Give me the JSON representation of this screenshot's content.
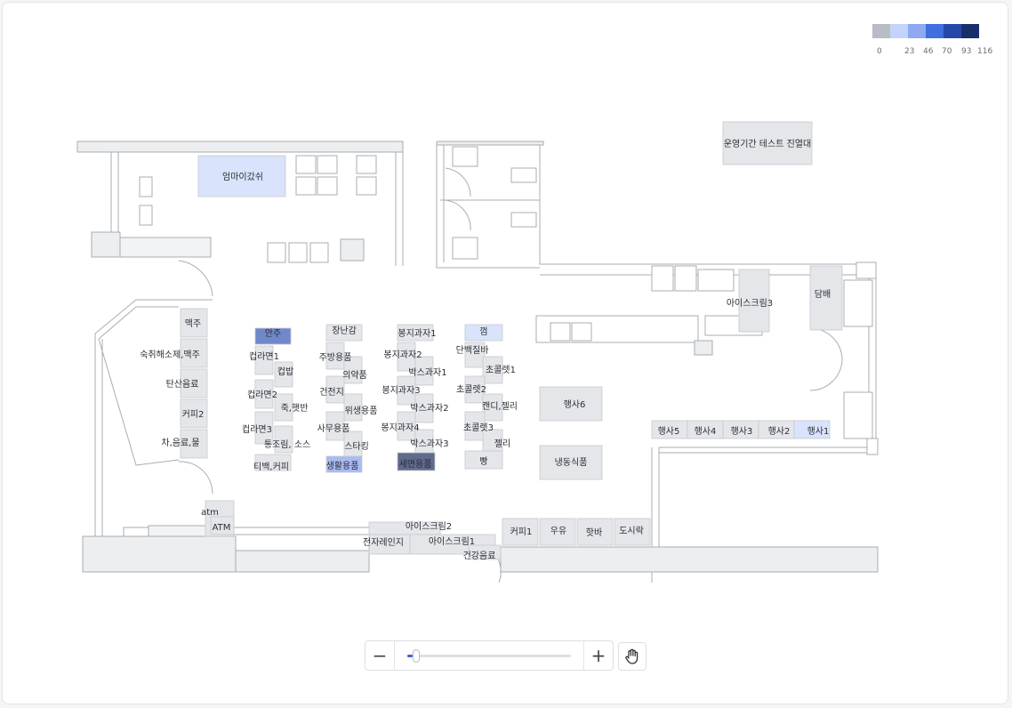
{
  "legend": {
    "colors": [
      "#b8bcc4",
      "#c4d3fb",
      "#8ea9f0",
      "#3f6fe0",
      "#2648a9",
      "#1a2d6b"
    ],
    "labels": [
      "0",
      "23",
      "46",
      "70",
      "93",
      "116"
    ]
  },
  "zones": [
    {
      "label": "엄마이갔쉬",
      "heat": 1
    },
    {
      "label": "운영기간 테스트 진열대",
      "heat": 0
    },
    {
      "label": "아이스크림3",
      "heat": 0
    },
    {
      "label": "담배",
      "heat": 0
    },
    {
      "label": "맥주",
      "heat": 0
    },
    {
      "label": "숙취해소제,맥주",
      "heat": 0
    },
    {
      "label": "탄산음료",
      "heat": 0
    },
    {
      "label": "커피2",
      "heat": 0
    },
    {
      "label": "차,음료,물",
      "heat": 0
    },
    {
      "label": "안주",
      "heat": 3
    },
    {
      "label": "컵라면1",
      "heat": 0
    },
    {
      "label": "컵밥",
      "heat": 0
    },
    {
      "label": "컵라면2",
      "heat": 0
    },
    {
      "label": "죽,햇반",
      "heat": 0
    },
    {
      "label": "컵라면3",
      "heat": 0
    },
    {
      "label": "통조림, 소스",
      "heat": 0
    },
    {
      "label": "티백,커피",
      "heat": 0
    },
    {
      "label": "장난감",
      "heat": 0
    },
    {
      "label": "주방용품",
      "heat": 0
    },
    {
      "label": "의약품",
      "heat": 0
    },
    {
      "label": "건전지",
      "heat": 0
    },
    {
      "label": "위생용품",
      "heat": 0
    },
    {
      "label": "사무용품",
      "heat": 0
    },
    {
      "label": "스타킹",
      "heat": 0
    },
    {
      "label": "생활용품",
      "heat": 2
    },
    {
      "label": "봉지과자1",
      "heat": 0
    },
    {
      "label": "봉지과자2",
      "heat": 0
    },
    {
      "label": "박스과자1",
      "heat": 0
    },
    {
      "label": "봉지과자3",
      "heat": 0
    },
    {
      "label": "박스과자2",
      "heat": 0
    },
    {
      "label": "봉지과자4",
      "heat": 0
    },
    {
      "label": "박스과자3",
      "heat": 0
    },
    {
      "label": "세면용품",
      "heat": 4
    },
    {
      "label": "껌",
      "heat": 1
    },
    {
      "label": "단백질바",
      "heat": 0
    },
    {
      "label": "초콜렛1",
      "heat": 0
    },
    {
      "label": "초콜렛2",
      "heat": 0
    },
    {
      "label": "캔디,젤리",
      "heat": 0
    },
    {
      "label": "초콜렛3",
      "heat": 0
    },
    {
      "label": "젤리",
      "heat": 0
    },
    {
      "label": "빵",
      "heat": 0
    },
    {
      "label": "행사6",
      "heat": 0
    },
    {
      "label": "냉동식품",
      "heat": 0
    },
    {
      "label": "행사5",
      "heat": 0
    },
    {
      "label": "행사4",
      "heat": 0
    },
    {
      "label": "행사3",
      "heat": 0
    },
    {
      "label": "행사2",
      "heat": 0
    },
    {
      "label": "행사1",
      "heat": 1
    },
    {
      "label": "atm",
      "heat": 0
    },
    {
      "label": "ATM",
      "heat": 0
    },
    {
      "label": "아이스크림2",
      "heat": 0
    },
    {
      "label": "전자레인지",
      "heat": 0
    },
    {
      "label": "아이스크림1",
      "heat": 0
    },
    {
      "label": "건강음료",
      "heat": 0
    },
    {
      "label": "커피1",
      "heat": 0
    },
    {
      "label": "우유",
      "heat": 0
    },
    {
      "label": "핫바",
      "heat": 0
    },
    {
      "label": "도시락",
      "heat": 0
    }
  ],
  "zoom": {
    "level": 0.03
  },
  "controls": {
    "zoom_out": "−",
    "zoom_in": "+"
  }
}
